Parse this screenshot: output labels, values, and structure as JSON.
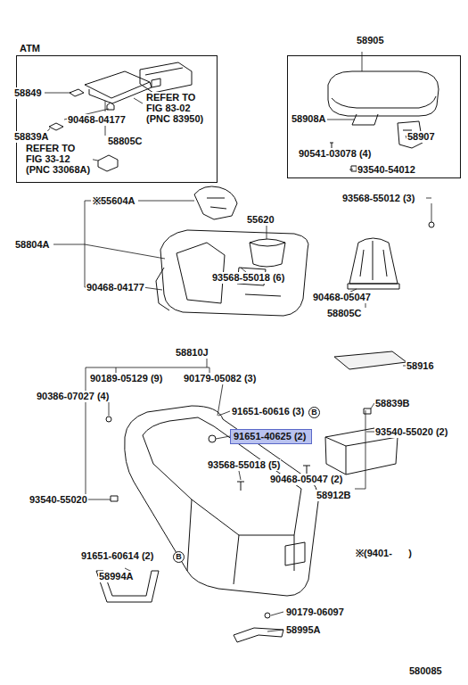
{
  "diagram": {
    "nodes": [
      {
        "text": [
          "ATM"
        ]
      },
      {
        "text": [
          "58905"
        ]
      },
      {
        "text": [
          "91651-40625 (2)"
        ]
      }
    ],
    "labels": [
      "58849",
      "90468-04177",
      "58839A",
      "REFER TO FIG 83-02 (PNC 83950)",
      "58805C",
      "REFER TO FIG 33-12 (PNC 33068A)",
      "58908A",
      "58907",
      "90541-03078 (4)",
      "93540-54012",
      "93568-55012 (3)",
      "※55604A",
      "58804A",
      "55620",
      "93568-55018 (6)",
      "90468-04177",
      "90468-05047",
      "58805C",
      "58810J",
      "90189-05129 (9)",
      "90179-05082 (3)",
      "90386-07027 (4)",
      "58916",
      "58839B",
      "91651-60616 (3)",
      "B",
      "93540-55020 (2)",
      "93568-55018 (5)",
      "90468-05047 (2)",
      "58912B",
      "93540-55020",
      "91651-60614 (2)",
      "B",
      "58994A",
      "※(9401-      )",
      "90179-06097",
      "58995A",
      "580085"
    ]
  }
}
